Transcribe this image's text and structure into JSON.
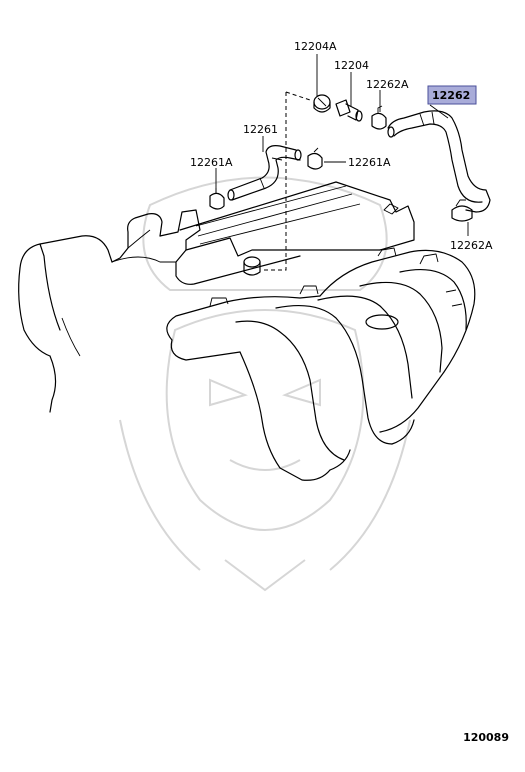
{
  "labels": {
    "clamp_12204A": "12204A",
    "valve_12204": "12204",
    "clamp_12262A_top": "12262A",
    "hose_12262": "12262",
    "hose_12261": "12261",
    "clamp_12261A_left": "12261A",
    "clamp_12261A_right": "12261A",
    "clamp_12262A_bottom": "12262A"
  },
  "highlighted_part": "12262",
  "highlight_color": "#a9acd9",
  "figure_number": "120089"
}
